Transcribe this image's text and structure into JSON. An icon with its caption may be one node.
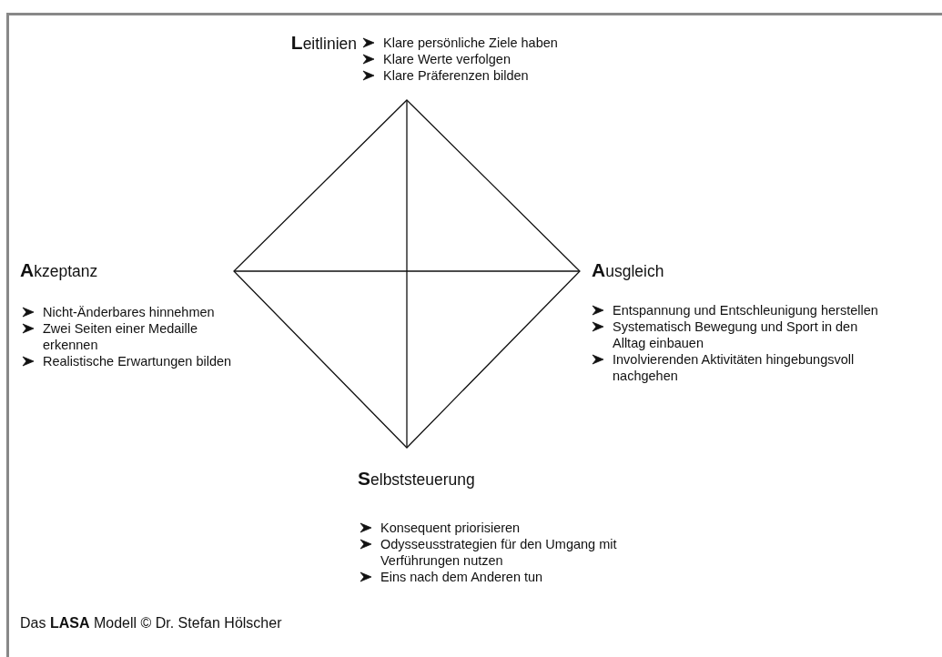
{
  "diagram": {
    "caption": "Das **LASA** Modell © Dr. Stefan Hölscher",
    "labels": [
      "**L**eitlinien",
      "Klare persönliche Ziele haben",
      "Klare Werte verfolgen",
      "Klare Präferenzen bilden",
      "**A**kzeptanz",
      "Nicht-Änderbares hinnehmen",
      "Zwei Seiten einer Medaille erkennen",
      "Realistische Erwartungen bilden",
      "**A**usgleich",
      "Entspannung und Entschleunigung herstellen",
      "Systematisch Bewegung und Sport in den Alltag einbauen",
      "Involvierenden Aktivitäten hingebungsvoll nachgehen",
      "**S**elbststeuerung",
      "Konsequent priorisieren",
      "Odysseusstrategien für den Umgang mit Verführungen nutzen",
      "Eins nach dem Anderen tun"
    ]
  }
}
